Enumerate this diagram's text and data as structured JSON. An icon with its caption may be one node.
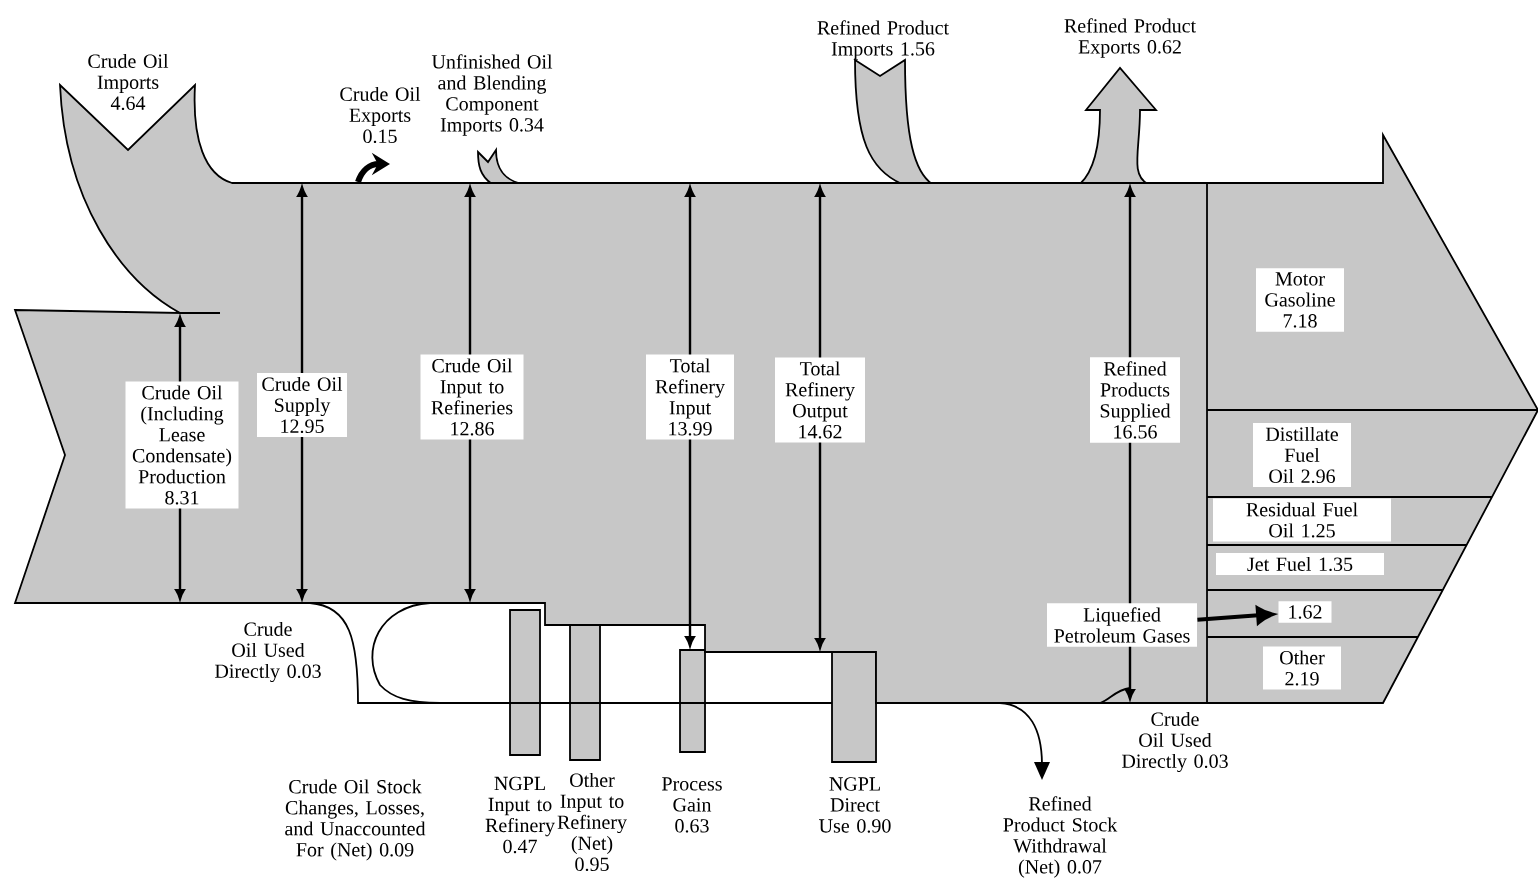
{
  "diagram": {
    "nodes": [
      {
        "text": [
          "Motor Gasoline 7.18"
        ]
      },
      {
        "text": [
          "Distillate Fuel Oil 2.96"
        ]
      },
      {
        "text": [
          "Residual Fuel Oil 1.25"
        ]
      },
      {
        "text": [
          "Jet Fuel 1.35"
        ]
      },
      {
        "text": [
          "1.62"
        ]
      },
      {
        "text": [
          "Other 2.19"
        ]
      },
      {
        "text": [
          "Liquefied Petroleum Gases"
        ]
      },
      {
        "text": [
          "Crude Oil (Including Lease Condensate) Production 8.31"
        ]
      },
      {
        "text": [
          "Crude Oil Supply 12.95"
        ]
      },
      {
        "text": [
          "Crude Oil Input to Refineries 12.86"
        ]
      },
      {
        "text": [
          "Total Refinery Input 13.99"
        ]
      },
      {
        "text": [
          "Total Refinery Output 14.62"
        ]
      },
      {
        "text": [
          "Refined Products Supplied 16.56"
        ]
      }
    ],
    "edges": [
      {
        "from": 6,
        "to": 4,
        "arrow": "to"
      }
    ],
    "labels": [
      "Crude Oil Imports 4.64",
      "Crude Oil Exports 0.15",
      "Unfinished Oil and Blending Component Imports 0.34",
      "Refined Product Imports 1.56",
      "Refined Product Exports 0.62",
      "Crude Oil Used Directly 0.03",
      "Crude Oil Stock Changes, Losses, and Unaccounted For (Net) 0.09",
      "NGPL Input to Refinery 0.47",
      "Other Input to Refinery (Net) 0.95",
      "Process Gain 0.63",
      "NGPL Direct Use 0.90",
      "Refined Product Stock Withdrawal (Net) 0.07",
      "Crude Oil Used Directly 0.03"
    ]
  }
}
